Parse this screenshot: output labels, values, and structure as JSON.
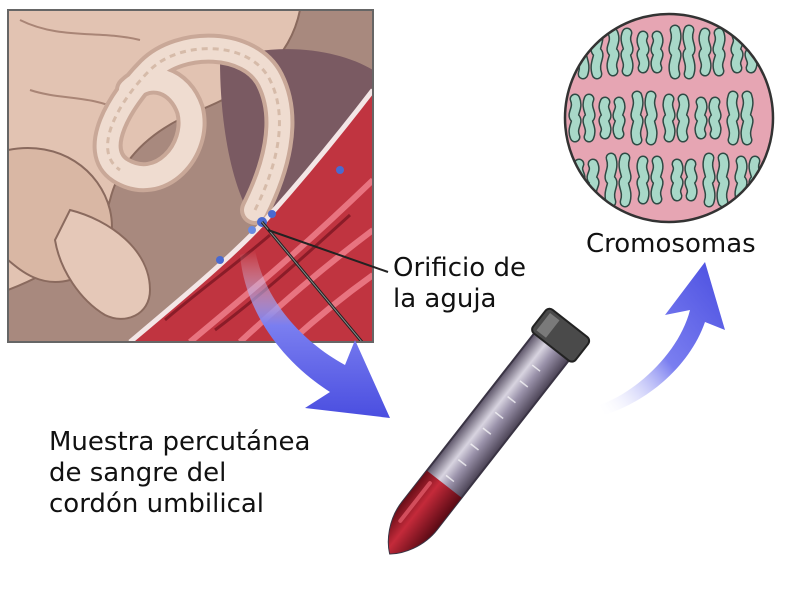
{
  "labels": {
    "chromosomes": "Cromosomas",
    "needle_hole": [
      "Orificio de",
      "la aguja"
    ],
    "sample": [
      "Muestra percutánea",
      "de sangre del",
      "cordón umbilical"
    ]
  },
  "colors": {
    "arrow": "#5a5ee8",
    "tissue": "#c43a48",
    "cord": "#e8cfc2",
    "petri_bg": "#e8a8b4",
    "chromosome": "#a8d8c8",
    "blood": "#a01828"
  }
}
